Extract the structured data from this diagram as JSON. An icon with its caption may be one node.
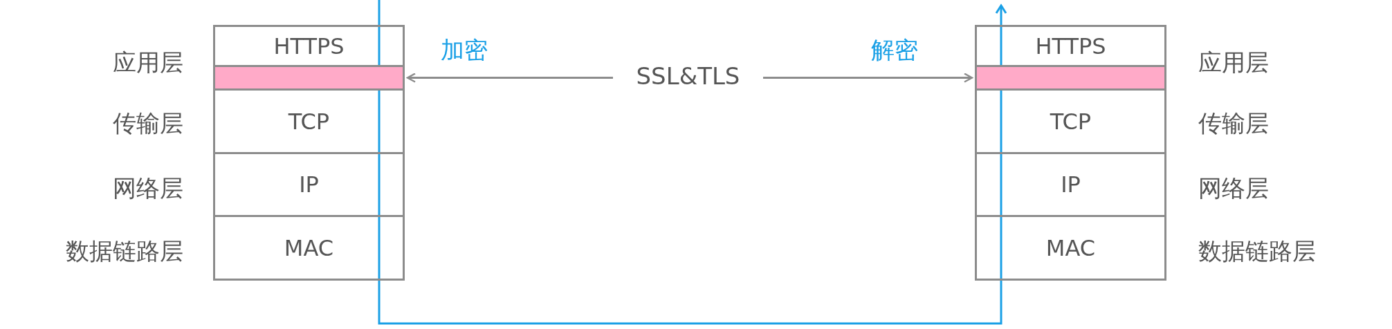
{
  "diagram": {
    "nodes": [
      {
        "text": [
          "HTTPS"
        ]
      },
      {
        "text": [],
        "shape": "bar"
      },
      {
        "text": [
          "TCP"
        ]
      },
      {
        "text": [
          "IP"
        ]
      },
      {
        "text": [
          "MAC"
        ]
      },
      {
        "text": [
          "HTTPS"
        ]
      },
      {
        "text": [],
        "shape": "bar"
      },
      {
        "text": [
          "TCP"
        ]
      },
      {
        "text": [
          "IP"
        ]
      },
      {
        "text": [
          "MAC"
        ]
      },
      {
        "text": [
          "SSL&TLS"
        ]
      }
    ],
    "edges": [
      {
        "from": 10,
        "to": 1,
        "arrow": "to",
        "label": "加密"
      },
      {
        "from": 10,
        "to": 6,
        "arrow": "to",
        "label": "解密"
      }
    ],
    "labels": [
      "应用层",
      "传输层",
      "网络层",
      "数据链路层",
      "应用层",
      "传输层",
      "网络层",
      "数据链路层"
    ]
  }
}
